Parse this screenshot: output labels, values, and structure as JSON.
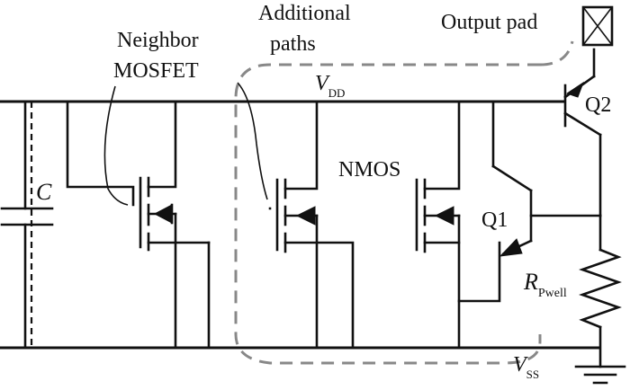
{
  "labels": {
    "neighbor_line1": "Neighbor",
    "neighbor_line2": "MOSFET",
    "additional_line1": "Additional",
    "additional_line2": "paths",
    "output_pad": "Output pad",
    "vdd_main": "V",
    "vdd_sub": "DD",
    "vss_main": "V",
    "vss_sub": "SS",
    "c": "C",
    "nmos": "NMOS",
    "q1": "Q1",
    "q2": "Q2",
    "r_main": "R",
    "r_sub": "Pwell"
  }
}
